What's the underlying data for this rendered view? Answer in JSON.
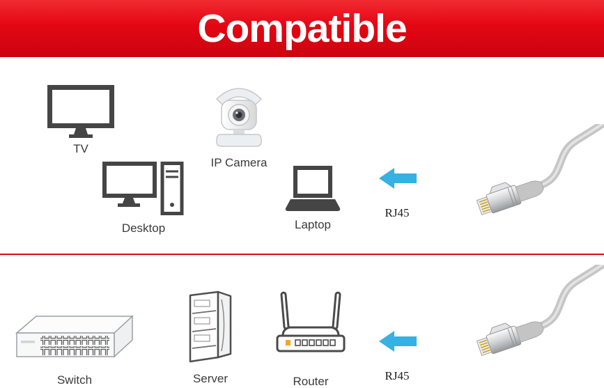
{
  "banner": {
    "title": "Compatible"
  },
  "colors": {
    "banner_red": "#e30613",
    "arrow_blue": "#35b1e4",
    "divider_red": "#e30613",
    "icon_outline": "#454545",
    "cable_gray": "#c6c6c6"
  },
  "top_section": {
    "devices": [
      {
        "label": "TV",
        "icon": "tv-icon"
      },
      {
        "label": "IP Camera",
        "icon": "ip-camera-icon"
      },
      {
        "label": "Desktop",
        "icon": "desktop-icon"
      },
      {
        "label": "Laptop",
        "icon": "laptop-icon"
      }
    ],
    "arrow_icon": "arrow-left-icon",
    "connector_label": "RJ45",
    "cable_icon": "rj45-cable-icon"
  },
  "bottom_section": {
    "devices": [
      {
        "label": "Switch",
        "icon": "switch-icon"
      },
      {
        "label": "Server",
        "icon": "server-icon"
      },
      {
        "label": "Router",
        "icon": "router-icon"
      }
    ],
    "arrow_icon": "arrow-left-icon",
    "connector_label": "RJ45",
    "cable_icon": "rj45-cable-icon"
  }
}
